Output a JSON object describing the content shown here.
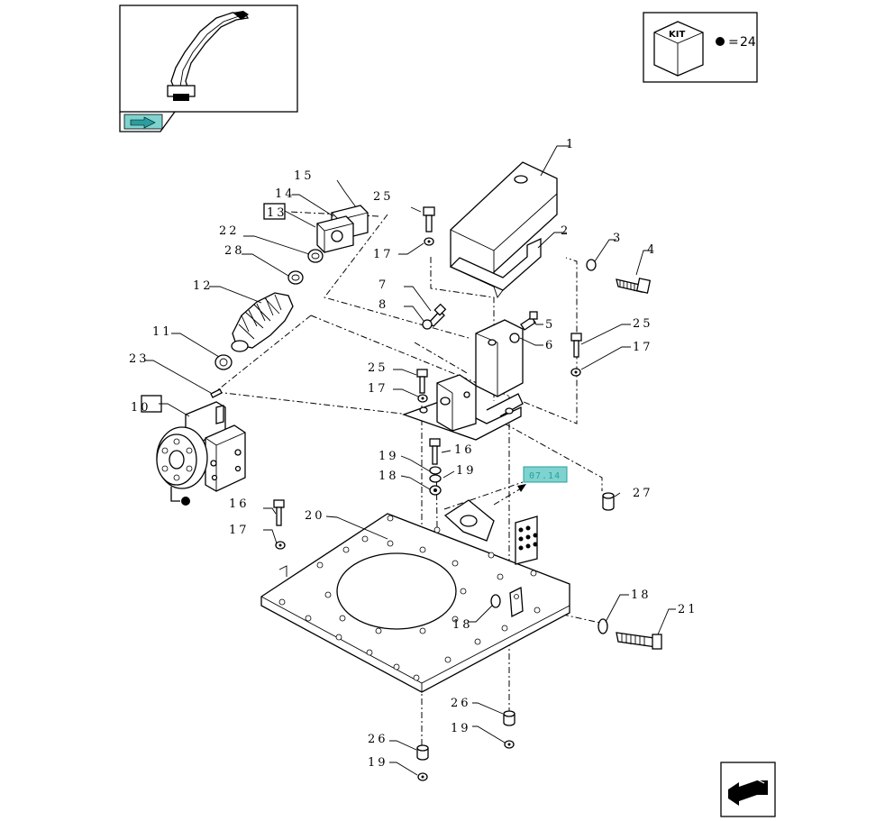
{
  "kit": {
    "label": "KIT",
    "equals": "=",
    "quantity": "24"
  },
  "reference": {
    "label": "07.14"
  },
  "callouts": [
    {
      "id": "c1",
      "text": "1"
    },
    {
      "id": "c2",
      "text": "2"
    },
    {
      "id": "c3",
      "text": "3"
    },
    {
      "id": "c4",
      "text": "4"
    },
    {
      "id": "c5",
      "text": "5"
    },
    {
      "id": "c6",
      "text": "6"
    },
    {
      "id": "c7",
      "text": "7"
    },
    {
      "id": "c8",
      "text": "8"
    },
    {
      "id": "c10",
      "text": "10"
    },
    {
      "id": "c11",
      "text": "11"
    },
    {
      "id": "c12",
      "text": "12"
    },
    {
      "id": "c13",
      "text": "13"
    },
    {
      "id": "c14",
      "text": "14"
    },
    {
      "id": "c15",
      "text": "15"
    },
    {
      "id": "c16a",
      "text": "16"
    },
    {
      "id": "c16b",
      "text": "16"
    },
    {
      "id": "c17a",
      "text": "17"
    },
    {
      "id": "c17b",
      "text": "17"
    },
    {
      "id": "c17c",
      "text": "17"
    },
    {
      "id": "c17d",
      "text": "17"
    },
    {
      "id": "c18a",
      "text": "18"
    },
    {
      "id": "c18b",
      "text": "18"
    },
    {
      "id": "c18c",
      "text": "18"
    },
    {
      "id": "c19a",
      "text": "19"
    },
    {
      "id": "c19b",
      "text": "19"
    },
    {
      "id": "c19c",
      "text": "19"
    },
    {
      "id": "c19d",
      "text": "19"
    },
    {
      "id": "c20",
      "text": "20"
    },
    {
      "id": "c21",
      "text": "21"
    },
    {
      "id": "c22",
      "text": "22"
    },
    {
      "id": "c23",
      "text": "23"
    },
    {
      "id": "c25a",
      "text": "25"
    },
    {
      "id": "c25b",
      "text": "25"
    },
    {
      "id": "c25c",
      "text": "25"
    },
    {
      "id": "c26a",
      "text": "26"
    },
    {
      "id": "c26b",
      "text": "26"
    },
    {
      "id": "c27",
      "text": "27"
    },
    {
      "id": "c28",
      "text": "28"
    }
  ]
}
